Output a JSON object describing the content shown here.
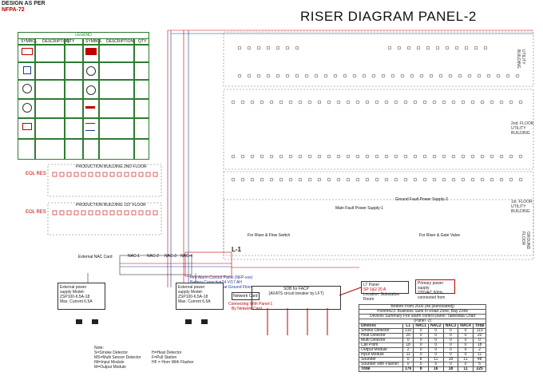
{
  "header": {
    "line1": "DESIGN AS PER",
    "line2": "NFPA-72"
  },
  "title": "RISER DIAGRAM PANEL-2",
  "legend": {
    "title": "LEGEND",
    "headers": [
      "SYMBOL",
      "DESCRIPTION",
      "QTY",
      "SYMBOL",
      "DESCRIPTION",
      "QTY"
    ]
  },
  "floors": {
    "top": "UTILITY BUILDING",
    "second": "2nd. FLOOR UTILITY BUILDING",
    "first": "1st. FLOOR UTILITY BUILDING",
    "ground": "GROUND FLOOR"
  },
  "production": {
    "second": "PRODUCTION BUILDING 2ND FLOOR",
    "first": "PRODUCTION BUILDING 1ST FLOOR"
  },
  "eol_label": "EOL RES",
  "nac_labels": [
    "External NAC Card",
    "NAC-1",
    "NAC-2",
    "NAC-3",
    "NAC-4"
  ],
  "l1": "L-1",
  "mid_labels": {
    "ground_fault": "Ground Fault Power Supply-2",
    "main_fault": "Main Fault Power Supply-1",
    "fire_riser_left": "For Riser & Flow Switch",
    "fire_riser_right": "For Riser & Gate Valve"
  },
  "fire_alarm": {
    "line1": "Fire Alarm Control Panel (NFP-xxx)",
    "line2": "Battery Capacity=24 V/17 AH",
    "line3": "Fire Control Room at Ground Floor"
  },
  "network": {
    "label": "Network Card",
    "connect": "Connecting With Panel-1",
    "by": "By Network Card"
  },
  "sdb": {
    "title": "SDB for FACP",
    "sub": "(All ATS circuit breaker by LFT)"
  },
  "lt_panel": {
    "title": "LT Panel",
    "sub": "SP 1&2 20 A",
    "sub2": "Location: Substation Room"
  },
  "primary_power": {
    "line1": "Primary power supply",
    "line2": "220VAC,50Hz,",
    "line3": "connected from"
  },
  "power_supplies": [
    {
      "line1": "External power",
      "line2": "supply Model-",
      "line3": "ZSP100-6.5A-18",
      "line4": "Max. Current 6.5A"
    },
    {
      "line1": "External power",
      "line2": "supply Model-",
      "line3": "ZSP100-6.5A-18",
      "line4": "Max. Current 6.5A"
    }
  ],
  "notes": {
    "title": "Note:",
    "lines": [
      "S=Smoke Detector",
      "MS=Multi Sensor Detector",
      "IM=Input Module",
      "M=Output Module"
    ],
    "right": [
      "H=Heat Detector",
      "F=Pull Station",
      "HF = Horn With Flasher"
    ]
  },
  "count_table": {
    "title": "Bottom Point 2600 (All [Renovated])",
    "subtitle1": "Point4423: Business Suite in Road Zone, Bay Zone",
    "subtitle2": "Devices Summary Fire alarm control panel: Tabledata Chart",
    "panel": "(Panel -2)",
    "header": [
      "Devices",
      "L1",
      "NAC1",
      "NAC2",
      "NAC3",
      "NAC4",
      "Total"
    ],
    "rows": [
      [
        "Smoke Detector",
        "110",
        "0",
        "0",
        "0",
        "0",
        "110"
      ],
      [
        "Heat Detector",
        "20",
        "0",
        "0",
        "0",
        "0",
        "20"
      ],
      [
        "Multi Detector",
        "0",
        "0",
        "0",
        "0",
        "0",
        "0"
      ],
      [
        "Call Point",
        "18",
        "0",
        "0",
        "0",
        "0",
        "18"
      ],
      [
        "Output Module",
        "2",
        "0",
        "0",
        "0",
        "0",
        "2"
      ],
      [
        "Input Module",
        "11",
        "0",
        "0",
        "0",
        "0",
        "11"
      ],
      [
        "Sounder",
        "0",
        "8",
        "11",
        "18",
        "11",
        "48"
      ],
      [
        "Sounder with Flasher",
        "0",
        "5",
        "5",
        "0",
        "0",
        "5"
      ],
      [
        "Total",
        "176",
        "8",
        "16",
        "18",
        "11",
        "225"
      ]
    ]
  }
}
